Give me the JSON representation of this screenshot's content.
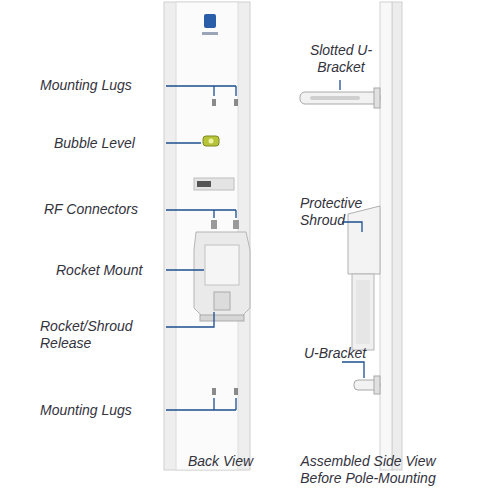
{
  "diagram": {
    "labels": [
      "Mounting Lugs",
      "Bubble Level",
      "RF Connectors",
      "Rocket Mount",
      "Rocket/Shroud Release",
      "Mounting Lugs",
      "Back View",
      "Slotted U-Bracket",
      "Protective Shroud",
      "U-Bracket",
      "Assembled Side View Before Pole-Mounting"
    ]
  }
}
